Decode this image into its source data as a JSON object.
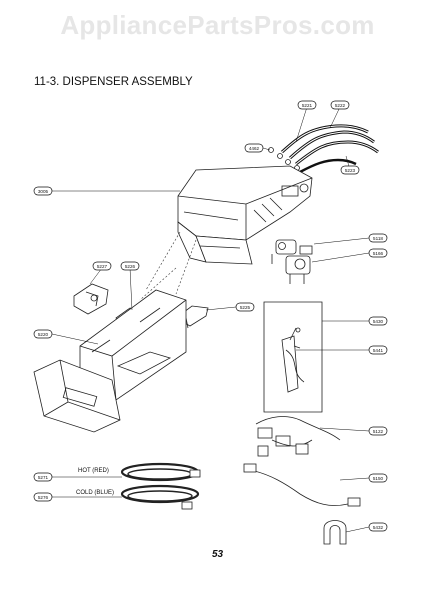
{
  "watermark": "AppliancePartsPros.com",
  "title": "11-3. DISPENSER ASSEMBLY",
  "callouts": {
    "c5221": "5221",
    "c5222": "5222",
    "c4462": "4462",
    "c5223": "5223",
    "c3005": "3005",
    "c5118": "5118",
    "c5166": "5166",
    "c5227": "5227",
    "c5226": "5226",
    "c5225": "5225",
    "c5220": "5220",
    "c5430": "5430",
    "c5441": "5441",
    "c5122": "5122",
    "c5150": "5150",
    "c5271": "5271",
    "c5276": "5276",
    "c5432": "5432"
  },
  "labels": {
    "hot": "HOT (RED)",
    "cold": "COLD (BLUE)"
  },
  "page_number": "53"
}
